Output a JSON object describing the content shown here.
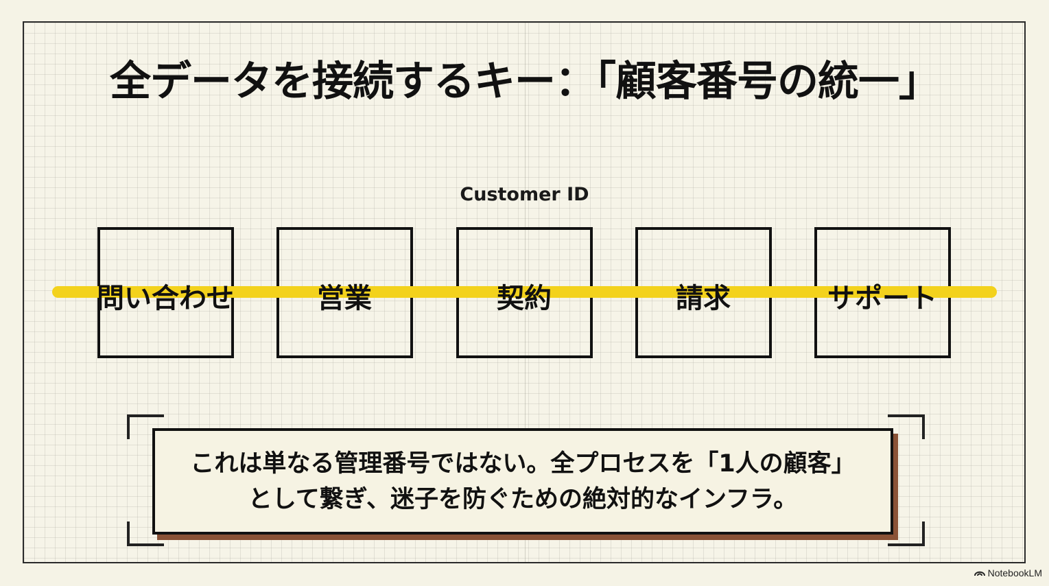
{
  "title": "全データを接続するキー：「顧客番号の統一」",
  "diagram": {
    "connector_label": "Customer ID",
    "connector_color": "#f3d21c",
    "stages": [
      {
        "label": "問い合わせ"
      },
      {
        "label": "営業"
      },
      {
        "label": "契約"
      },
      {
        "label": "請求"
      },
      {
        "label": "サポート"
      }
    ]
  },
  "callout": {
    "line1": "これは単なる管理番号ではない。全プロセスを「1人の顧客」",
    "line2": "として繋ぎ、迷子を防ぐための絶対的なインフラ。",
    "shadow_color": "#8a5236"
  },
  "brand": {
    "name": "NotebookLM",
    "icon": "notebooklm-logo-icon"
  }
}
